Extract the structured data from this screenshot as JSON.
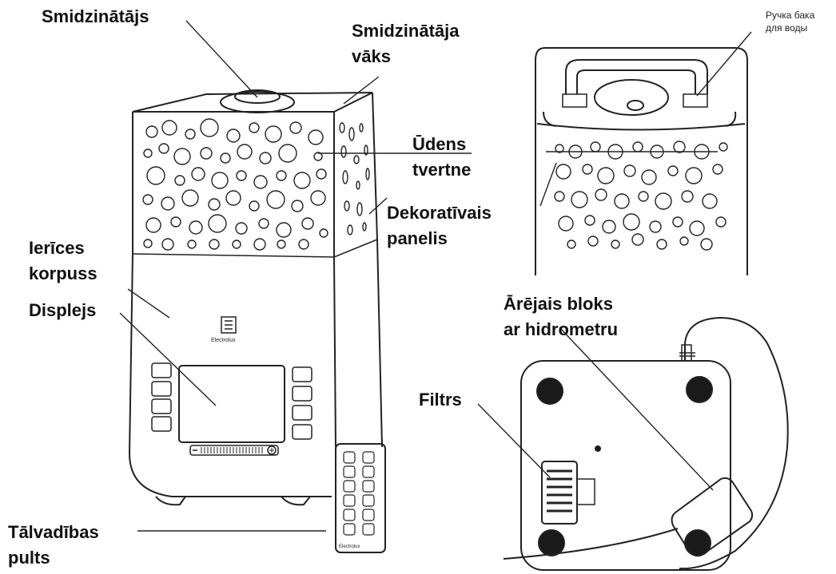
{
  "labels": {
    "atomizer": "Smidzinātājs",
    "atomizer_lid_1": "Smidzinātāja",
    "atomizer_lid_2": "vāks",
    "water_tank_1": "Ūdens",
    "water_tank_2": "tvertne",
    "deco_panel_1": "Dekoratīvais",
    "deco_panel_2": "panelis",
    "housing_1": "Ierīces",
    "housing_2": "korpuss",
    "display": "Displejs",
    "remote_1": "Tālvadības",
    "remote_2": "pults",
    "tank_handle_1": "Ручка бака",
    "tank_handle_2": "для воды",
    "outdoor_unit_1": "Ārējais bloks",
    "outdoor_unit_2": "ar hidrometru",
    "filter": "Filtrs"
  },
  "device": {
    "brand": "Electrolux",
    "remote_brand": "Electrolux"
  },
  "colors": {
    "line": "#222222",
    "text": "#111111",
    "foot": "#1a1a1a"
  }
}
